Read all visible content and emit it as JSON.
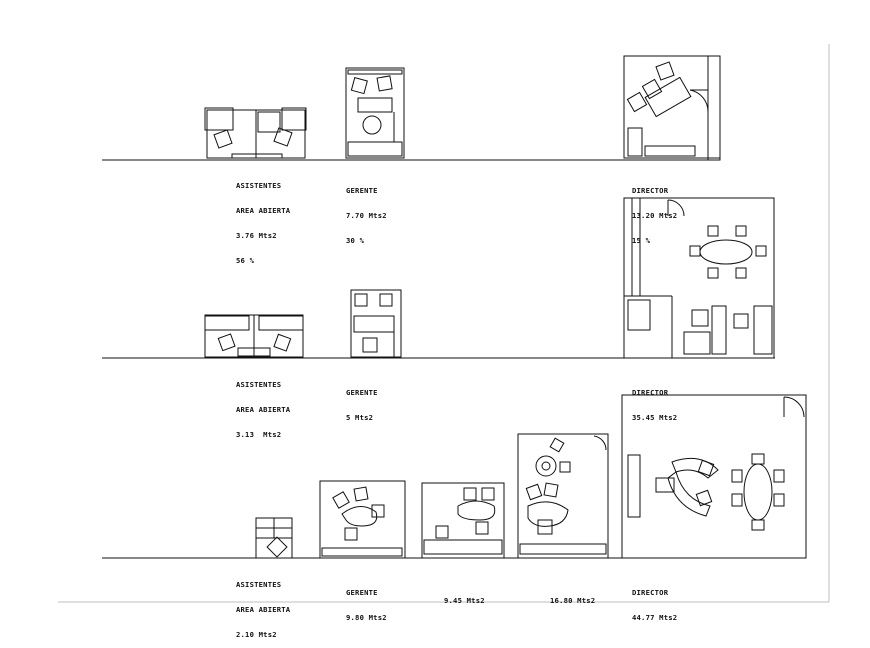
{
  "rows": [
    {
      "offices": [
        {
          "lines": [
            "ASISTENTES",
            "AREA ABIERTA",
            "3.76 Mts2",
            "56 %"
          ]
        },
        {
          "lines": [
            "GERENTE",
            "7.70 Mts2",
            "30 %"
          ]
        },
        {
          "lines": [
            "DIRECTOR",
            "13.20 Mts2",
            "15 %"
          ]
        }
      ]
    },
    {
      "offices": [
        {
          "lines": [
            "ASISTENTES",
            "AREA ABIERTA",
            "3.13  Mts2"
          ]
        },
        {
          "lines": [
            "GERENTE",
            "5 Mts2"
          ]
        },
        {
          "lines": [
            "DIRECTOR",
            "35.45 Mts2"
          ]
        }
      ]
    },
    {
      "offices": [
        {
          "lines": [
            "ASISTENTES",
            "AREA ABIERTA",
            "2.10 Mts2"
          ]
        },
        {
          "lines": [
            "GERENTE",
            "9.80 Mts2"
          ]
        },
        {
          "lines": [
            "9.45 Mts2"
          ]
        },
        {
          "lines": [
            "16.80 Mts2"
          ]
        },
        {
          "lines": [
            "DIRECTOR",
            "44.77 Mts2"
          ]
        }
      ]
    }
  ],
  "colors": {
    "line": "#111111",
    "background": "#ffffff",
    "frame": "#bfbfbf"
  }
}
